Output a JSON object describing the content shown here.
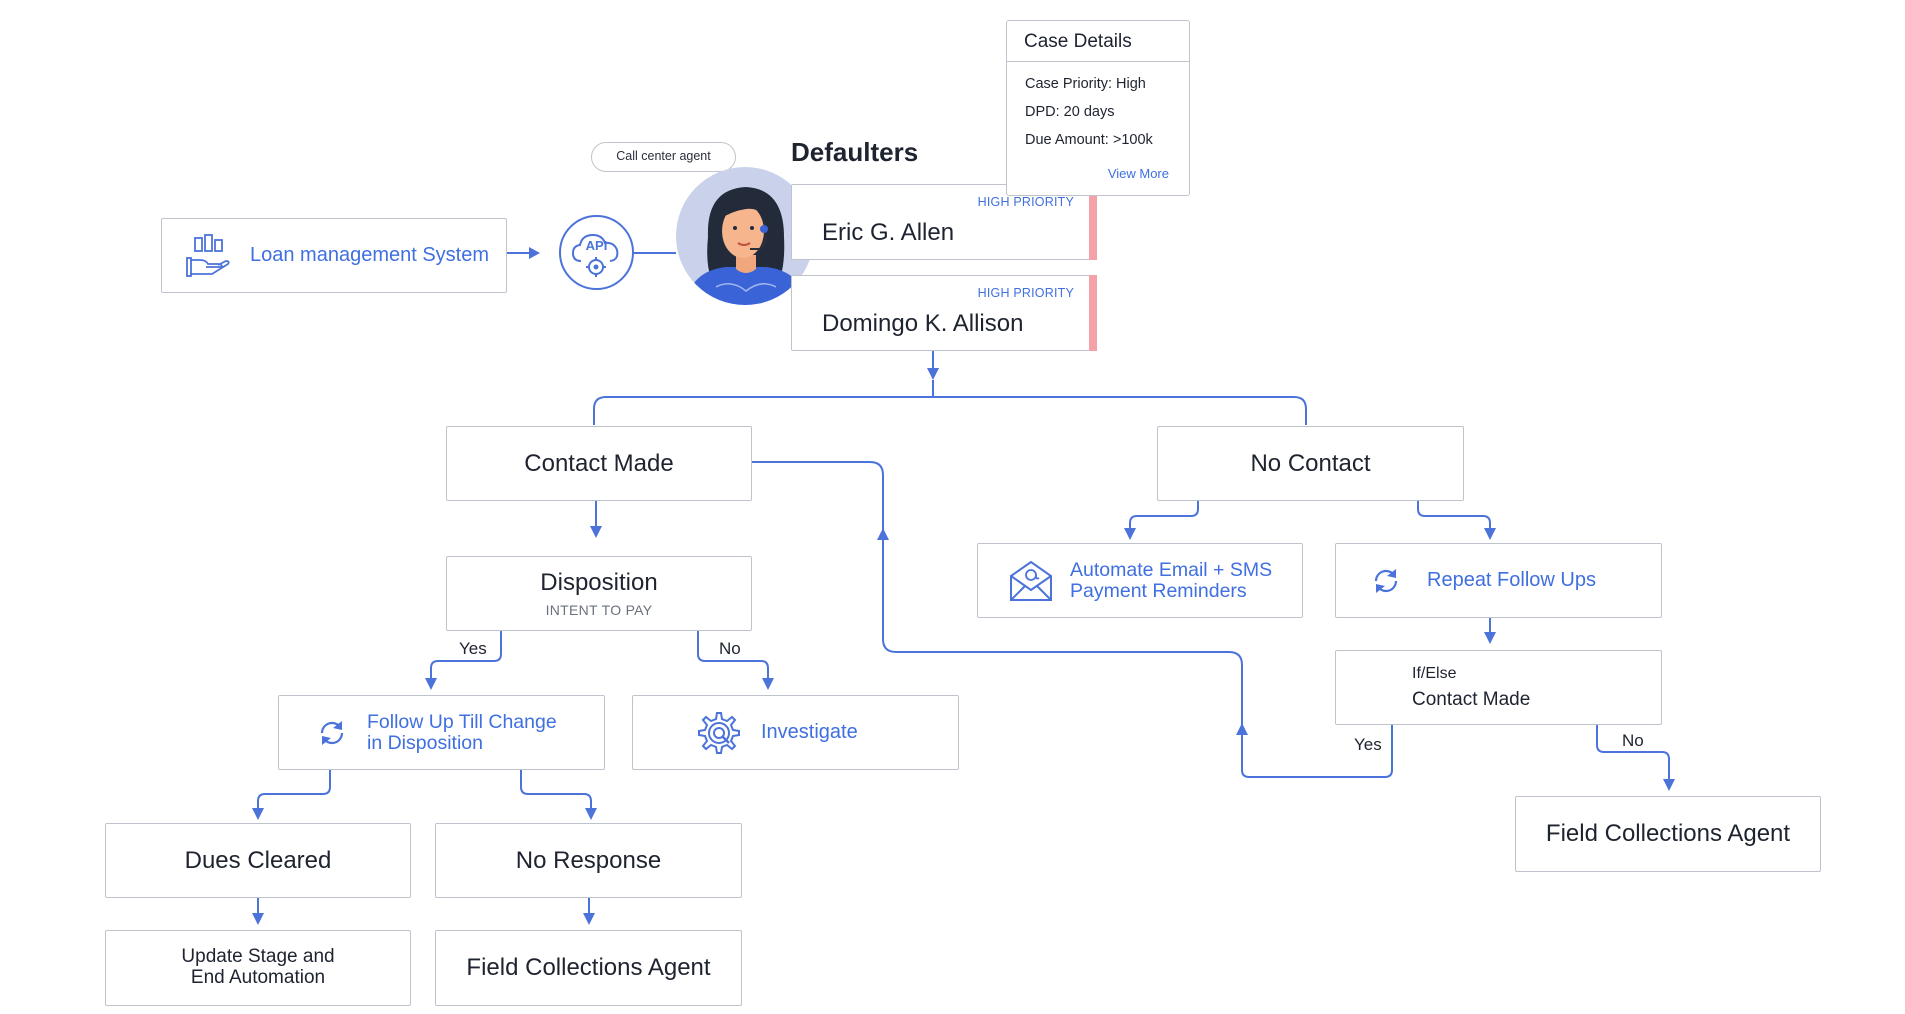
{
  "header": {
    "title": "Defaulters",
    "agent_tag": "Call center agent"
  },
  "source": {
    "label": "Loan management System",
    "api_label": "API"
  },
  "case_details": {
    "title": "Case Details",
    "rows": [
      "Case Priority: High",
      "DPD: 20 days",
      "Due Amount: >100k"
    ],
    "link": "View More"
  },
  "defaulters": [
    {
      "name": "Eric G. Allen",
      "priority": "HIGH PRIORITY"
    },
    {
      "name": "Domingo K. Allison",
      "priority": "HIGH PRIORITY"
    }
  ],
  "nodes": {
    "contact_made": "Contact Made",
    "no_contact": "No Contact",
    "disposition_title": "Disposition",
    "disposition_sub": "INTENT TO PAY",
    "follow_up_line1": "Follow Up Till Change",
    "follow_up_line2": "in Disposition",
    "investigate": "Investigate",
    "dues_cleared": "Dues Cleared",
    "no_response": "No Response",
    "update_line1": "Update Stage and",
    "update_line2": "End Automation",
    "field_agent_left": "Field Collections Agent",
    "email_line1": "Automate Email + SMS",
    "email_line2": "Payment Reminders",
    "repeat": "Repeat Follow Ups",
    "ifelse_title": "If/Else",
    "ifelse_sub": "Contact Made",
    "field_agent_right": "Field Collections Agent"
  },
  "branches": {
    "yes": "Yes",
    "no": "No",
    "yes_right": "Yes",
    "no_right": "No"
  },
  "colors": {
    "accent": "#4b73d9",
    "text": "#1e2330",
    "border": "#bfc4cc",
    "priority_stripe": "#f4a1a7"
  },
  "icons": [
    "loan-system-icon",
    "api-cloud-icon",
    "agent-avatar",
    "refresh-icon",
    "gear-investigate-icon",
    "email-icon"
  ]
}
